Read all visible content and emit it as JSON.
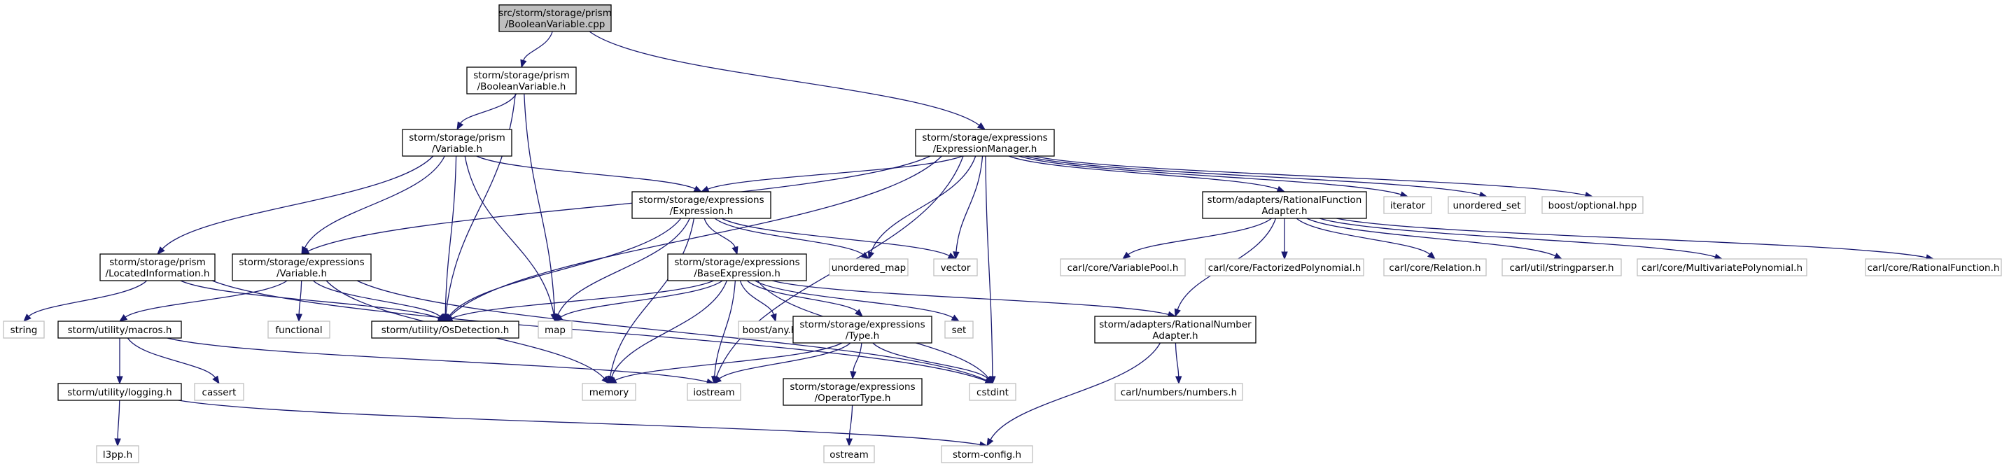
{
  "graph": {
    "colors": {
      "edge": "#191970",
      "primary_border": "#000000",
      "external_border": "#bfbfbf",
      "root_fill": "#bfbfbf"
    },
    "nodes": [
      {
        "id": "root",
        "lines": [
          "src/storm/storage/prism",
          "/BooleanVariable.cpp"
        ],
        "kind": "root"
      },
      {
        "id": "boolvar_h",
        "lines": [
          "storm/storage/prism",
          "/BooleanVariable.h"
        ],
        "kind": "primary"
      },
      {
        "id": "exprmgr_h",
        "lines": [
          "storm/storage/expressions",
          "/ExpressionManager.h"
        ],
        "kind": "primary"
      },
      {
        "id": "variable_h",
        "lines": [
          "storm/storage/prism",
          "/Variable.h"
        ],
        "kind": "primary"
      },
      {
        "id": "expression_h",
        "lines": [
          "storm/storage/expressions",
          "/Expression.h"
        ],
        "kind": "primary"
      },
      {
        "id": "ratfunc_h",
        "lines": [
          "storm/adapters/RationalFunction",
          "Adapter.h"
        ],
        "kind": "primary"
      },
      {
        "id": "iterator",
        "lines": [
          "iterator"
        ],
        "kind": "external"
      },
      {
        "id": "unordered_set",
        "lines": [
          "unordered_set"
        ],
        "kind": "external"
      },
      {
        "id": "boost_optional",
        "lines": [
          "boost/optional.hpp"
        ],
        "kind": "external"
      },
      {
        "id": "locinfo_h",
        "lines": [
          "storm/storage/prism",
          "/LocatedInformation.h"
        ],
        "kind": "primary"
      },
      {
        "id": "exprvar_h",
        "lines": [
          "storm/storage/expressions",
          "/Variable.h"
        ],
        "kind": "primary"
      },
      {
        "id": "baseexpr_h",
        "lines": [
          "storm/storage/expressions",
          "/BaseExpression.h"
        ],
        "kind": "primary"
      },
      {
        "id": "unordered_map",
        "lines": [
          "unordered_map"
        ],
        "kind": "external"
      },
      {
        "id": "vector",
        "lines": [
          "vector"
        ],
        "kind": "external"
      },
      {
        "id": "varpool",
        "lines": [
          "carl/core/VariablePool.h"
        ],
        "kind": "external"
      },
      {
        "id": "factpoly",
        "lines": [
          "carl/core/FactorizedPolynomial.h"
        ],
        "kind": "external"
      },
      {
        "id": "relation",
        "lines": [
          "carl/core/Relation.h"
        ],
        "kind": "external"
      },
      {
        "id": "stringparser",
        "lines": [
          "carl/util/stringparser.h"
        ],
        "kind": "external"
      },
      {
        "id": "multipoly",
        "lines": [
          "carl/core/MultivariatePolynomial.h"
        ],
        "kind": "external"
      },
      {
        "id": "ratfunction",
        "lines": [
          "carl/core/RationalFunction.h"
        ],
        "kind": "external"
      },
      {
        "id": "string",
        "lines": [
          "string"
        ],
        "kind": "external"
      },
      {
        "id": "macros_h",
        "lines": [
          "storm/utility/macros.h"
        ],
        "kind": "primary"
      },
      {
        "id": "functional",
        "lines": [
          "functional"
        ],
        "kind": "external"
      },
      {
        "id": "osdetect_h",
        "lines": [
          "storm/utility/OsDetection.h"
        ],
        "kind": "primary"
      },
      {
        "id": "map",
        "lines": [
          "map"
        ],
        "kind": "external"
      },
      {
        "id": "boost_any",
        "lines": [
          "boost/any.hpp"
        ],
        "kind": "external"
      },
      {
        "id": "type_h",
        "lines": [
          "storm/storage/expressions",
          "/Type.h"
        ],
        "kind": "primary"
      },
      {
        "id": "set",
        "lines": [
          "set"
        ],
        "kind": "external"
      },
      {
        "id": "ratnum_h",
        "lines": [
          "storm/adapters/RationalNumber",
          "Adapter.h"
        ],
        "kind": "primary"
      },
      {
        "id": "logging_h",
        "lines": [
          "storm/utility/logging.h"
        ],
        "kind": "primary"
      },
      {
        "id": "cassert",
        "lines": [
          "cassert"
        ],
        "kind": "external"
      },
      {
        "id": "memory",
        "lines": [
          "memory"
        ],
        "kind": "external"
      },
      {
        "id": "iostream",
        "lines": [
          "iostream"
        ],
        "kind": "external"
      },
      {
        "id": "optype_h",
        "lines": [
          "storm/storage/expressions",
          "/OperatorType.h"
        ],
        "kind": "primary"
      },
      {
        "id": "cstdint",
        "lines": [
          "cstdint"
        ],
        "kind": "external"
      },
      {
        "id": "numbers_h",
        "lines": [
          "carl/numbers/numbers.h"
        ],
        "kind": "external"
      },
      {
        "id": "l3pp",
        "lines": [
          "l3pp.h"
        ],
        "kind": "external"
      },
      {
        "id": "ostream",
        "lines": [
          "ostream"
        ],
        "kind": "external"
      },
      {
        "id": "stormconfig",
        "lines": [
          "storm-config.h"
        ],
        "kind": "external"
      }
    ],
    "edges": [
      [
        "root",
        "boolvar_h"
      ],
      [
        "root",
        "exprmgr_h"
      ],
      [
        "boolvar_h",
        "variable_h"
      ],
      [
        "boolvar_h",
        "osdetect_h"
      ],
      [
        "boolvar_h",
        "map"
      ],
      [
        "variable_h",
        "locinfo_h"
      ],
      [
        "variable_h",
        "exprvar_h"
      ],
      [
        "variable_h",
        "expression_h"
      ],
      [
        "variable_h",
        "osdetect_h"
      ],
      [
        "variable_h",
        "map"
      ],
      [
        "exprmgr_h",
        "expression_h"
      ],
      [
        "exprmgr_h",
        "exprvar_h"
      ],
      [
        "exprmgr_h",
        "osdetect_h"
      ],
      [
        "exprmgr_h",
        "unordered_map"
      ],
      [
        "exprmgr_h",
        "vector"
      ],
      [
        "exprmgr_h",
        "ratfunc_h"
      ],
      [
        "exprmgr_h",
        "iterator"
      ],
      [
        "exprmgr_h",
        "unordered_set"
      ],
      [
        "exprmgr_h",
        "boost_optional"
      ],
      [
        "exprmgr_h",
        "iostream"
      ],
      [
        "exprmgr_h",
        "cstdint"
      ],
      [
        "expression_h",
        "baseexpr_h"
      ],
      [
        "expression_h",
        "unordered_map"
      ],
      [
        "expression_h",
        "vector"
      ],
      [
        "expression_h",
        "osdetect_h"
      ],
      [
        "expression_h",
        "map"
      ],
      [
        "expression_h",
        "memory"
      ],
      [
        "ratfunc_h",
        "varpool"
      ],
      [
        "ratfunc_h",
        "factpoly"
      ],
      [
        "ratfunc_h",
        "relation"
      ],
      [
        "ratfunc_h",
        "stringparser"
      ],
      [
        "ratfunc_h",
        "multipoly"
      ],
      [
        "ratfunc_h",
        "ratfunction"
      ],
      [
        "ratfunc_h",
        "ratnum_h"
      ],
      [
        "locinfo_h",
        "string"
      ],
      [
        "locinfo_h",
        "osdetect_h"
      ],
      [
        "locinfo_h",
        "cstdint"
      ],
      [
        "exprvar_h",
        "macros_h"
      ],
      [
        "exprvar_h",
        "functional"
      ],
      [
        "exprvar_h",
        "osdetect_h"
      ],
      [
        "exprvar_h",
        "memory"
      ],
      [
        "exprvar_h",
        "cstdint"
      ],
      [
        "baseexpr_h",
        "osdetect_h"
      ],
      [
        "baseexpr_h",
        "map"
      ],
      [
        "baseexpr_h",
        "boost_any"
      ],
      [
        "baseexpr_h",
        "type_h"
      ],
      [
        "baseexpr_h",
        "set"
      ],
      [
        "baseexpr_h",
        "ratnum_h"
      ],
      [
        "baseexpr_h",
        "memory"
      ],
      [
        "baseexpr_h",
        "iostream"
      ],
      [
        "baseexpr_h",
        "cstdint"
      ],
      [
        "macros_h",
        "logging_h"
      ],
      [
        "macros_h",
        "cassert"
      ],
      [
        "macros_h",
        "iostream"
      ],
      [
        "type_h",
        "memory"
      ],
      [
        "type_h",
        "iostream"
      ],
      [
        "type_h",
        "optype_h"
      ],
      [
        "type_h",
        "cstdint"
      ],
      [
        "ratnum_h",
        "numbers_h"
      ],
      [
        "ratnum_h",
        "stormconfig"
      ],
      [
        "logging_h",
        "l3pp"
      ],
      [
        "logging_h",
        "stormconfig"
      ],
      [
        "optype_h",
        "ostream"
      ]
    ]
  }
}
